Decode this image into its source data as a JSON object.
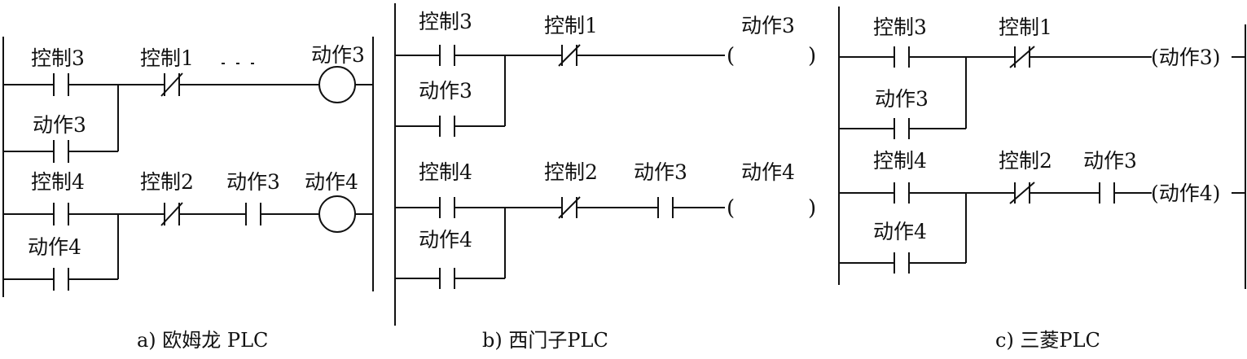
{
  "panel_a": {
    "caption": "a) 欧姆龙 PLC",
    "rung1": {
      "contact_main": "控制3",
      "contact_parallel": "动作3",
      "contact_nc": "控制1",
      "coil": "动作3"
    },
    "rung2": {
      "contact_main": "控制4",
      "contact_parallel": "动作4",
      "contact_nc": "控制2",
      "contact_no": "动作3",
      "coil": "动作4"
    }
  },
  "panel_b": {
    "caption": "b) 西门子PLC",
    "coil_open": "(",
    "coil_close": ")",
    "rung1": {
      "contact_main": "控制3",
      "contact_parallel": "动作3",
      "contact_nc": "控制1",
      "coil": "动作3"
    },
    "rung2": {
      "contact_main": "控制4",
      "contact_parallel": "动作4",
      "contact_nc": "控制2",
      "contact_no": "动作3",
      "coil": "动作4"
    }
  },
  "panel_c": {
    "caption": "c) 三菱PLC",
    "rung1": {
      "contact_main": "控制3",
      "contact_parallel": "动作3",
      "contact_nc": "控制1",
      "coil": "(动作3)"
    },
    "rung2": {
      "contact_main": "控制4",
      "contact_parallel": "动作4",
      "contact_nc": "控制2",
      "contact_no": "动作3",
      "coil": "(动作4)"
    }
  }
}
